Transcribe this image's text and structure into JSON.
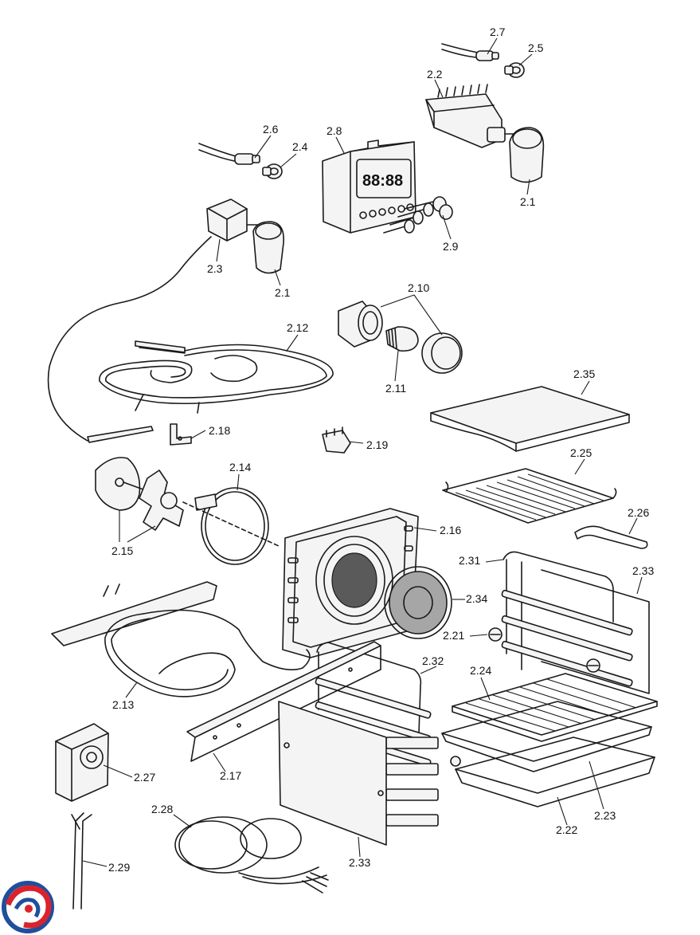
{
  "callouts": [
    {
      "id": "c-2-7",
      "text": "2.7"
    },
    {
      "id": "c-2-5",
      "text": "2.5"
    },
    {
      "id": "c-2-2",
      "text": "2.2"
    },
    {
      "id": "c-2-6",
      "text": "2.6"
    },
    {
      "id": "c-2-4",
      "text": "2.4"
    },
    {
      "id": "c-2-8",
      "text": "2.8"
    },
    {
      "id": "c-2-1a",
      "text": "2.1"
    },
    {
      "id": "c-2-9",
      "text": "2.9"
    },
    {
      "id": "c-2-3",
      "text": "2.3"
    },
    {
      "id": "c-2-1b",
      "text": "2.1"
    },
    {
      "id": "c-2-10",
      "text": "2.10"
    },
    {
      "id": "c-2-12",
      "text": "2.12"
    },
    {
      "id": "c-2-11",
      "text": "2.11"
    },
    {
      "id": "c-2-35",
      "text": "2.35"
    },
    {
      "id": "c-2-18",
      "text": "2.18"
    },
    {
      "id": "c-2-19",
      "text": "2.19"
    },
    {
      "id": "c-2-25",
      "text": "2.25"
    },
    {
      "id": "c-2-14",
      "text": "2.14"
    },
    {
      "id": "c-2-16",
      "text": "2.16"
    },
    {
      "id": "c-2-26",
      "text": "2.26"
    },
    {
      "id": "c-2-15",
      "text": "2.15"
    },
    {
      "id": "c-2-31",
      "text": "2.31"
    },
    {
      "id": "c-2-33a",
      "text": "2.33"
    },
    {
      "id": "c-2-34",
      "text": "2.34"
    },
    {
      "id": "c-2-21",
      "text": "2.21"
    },
    {
      "id": "c-2-32",
      "text": "2.32"
    },
    {
      "id": "c-2-24",
      "text": "2.24"
    },
    {
      "id": "c-2-13",
      "text": "2.13"
    },
    {
      "id": "c-2-27",
      "text": "2.27"
    },
    {
      "id": "c-2-17",
      "text": "2.17"
    },
    {
      "id": "c-2-23",
      "text": "2.23"
    },
    {
      "id": "c-2-28",
      "text": "2.28"
    },
    {
      "id": "c-2-22",
      "text": "2.22"
    },
    {
      "id": "c-2-29",
      "text": "2.29"
    },
    {
      "id": "c-2-33b",
      "text": "2.33"
    }
  ],
  "timer_display": "88:88",
  "colors": {
    "line": "#1a1a1a",
    "logo_red": "#d9232e",
    "logo_blue": "#1f4f9c",
    "glass_grey": "#a6a6a6"
  },
  "logo": {
    "icon": "swirl-logo-icon"
  }
}
